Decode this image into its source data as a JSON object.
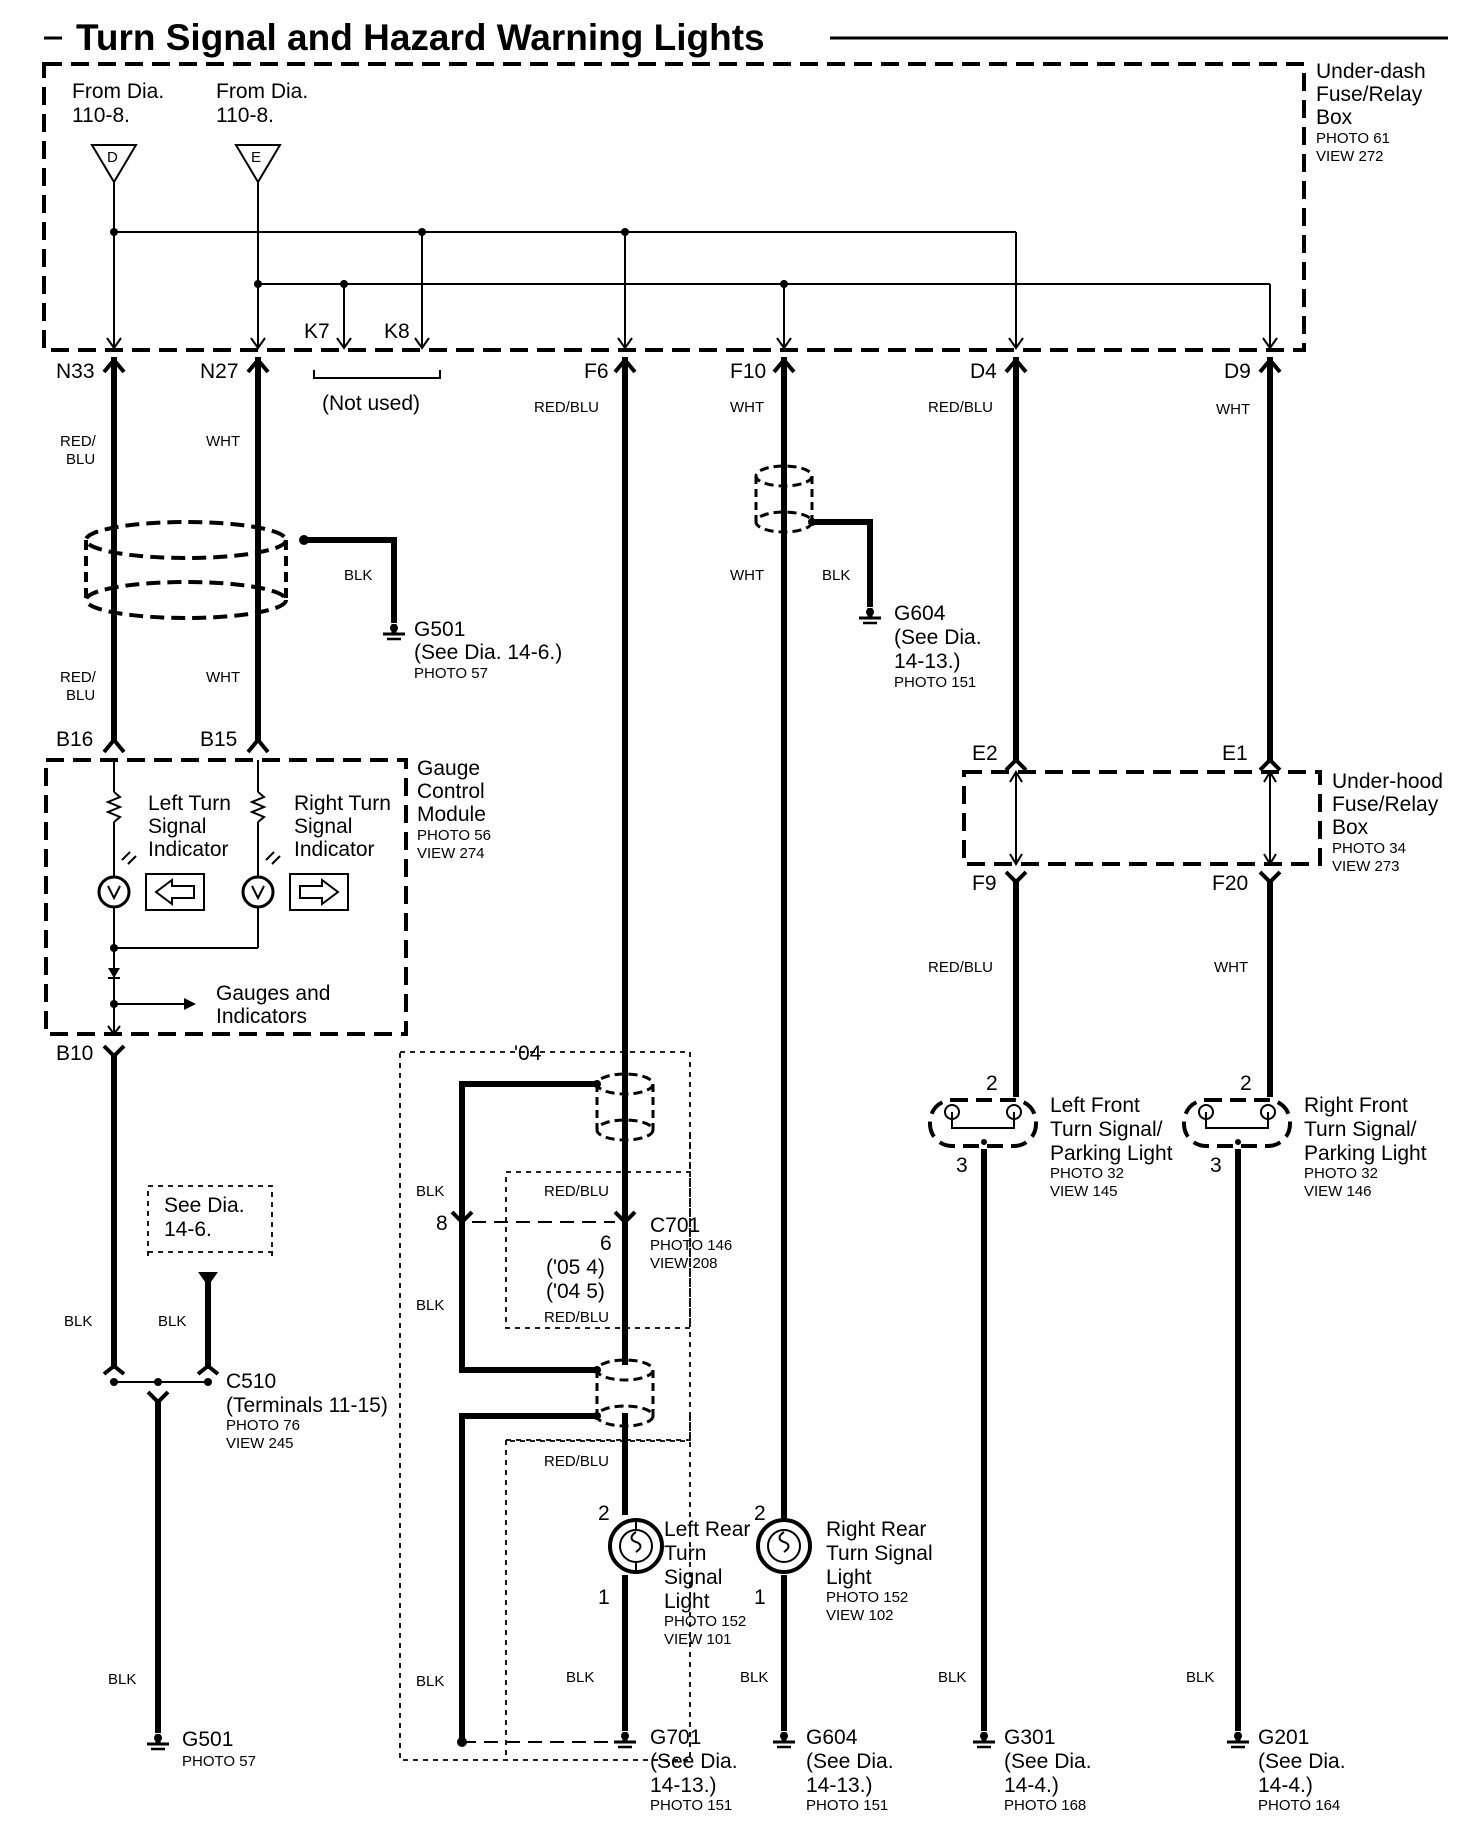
{
  "title": "Turn Signal and Hazard Warning Lights",
  "sources": {
    "d": {
      "line1": "From Dia.",
      "line2": "110-8.",
      "tag": "D"
    },
    "e": {
      "line1": "From Dia.",
      "line2": "110-8.",
      "tag": "E"
    }
  },
  "underdash": {
    "line1": "Under-dash",
    "line2": "Fuse/Relay",
    "line3": "Box",
    "photo": "PHOTO 61",
    "view": "VIEW 272"
  },
  "terminals": {
    "n33": "N33",
    "n27": "N27",
    "k7": "K7",
    "k8": "K8",
    "not_used": "(Not used)",
    "f6": "F6",
    "f10": "F10",
    "d4": "D4",
    "d9": "D9"
  },
  "wires": {
    "red_blu_split1": "RED/",
    "red_blu_split2": "BLU",
    "wht": "WHT",
    "blk": "BLK",
    "red_blu": "RED/BLU"
  },
  "g501_top": {
    "name": "G501",
    "ref": "(See Dia. 14-6.)",
    "photo": "PHOTO 57"
  },
  "g604_top": {
    "name": "G604",
    "ref1": "(See Dia.",
    "ref2": "14-13.)",
    "photo": "PHOTO 151"
  },
  "gauge": {
    "b16": "B16",
    "b15": "B15",
    "b10": "B10",
    "name1": "Gauge",
    "name2": "Control",
    "name3": "Module",
    "photo": "PHOTO 56",
    "view": "VIEW 274",
    "left1": "Left Turn",
    "left2": "Signal",
    "left3": "Indicator",
    "right1": "Right Turn",
    "right2": "Signal",
    "right3": "Indicator",
    "gauges1": "Gauges and",
    "gauges2": "Indicators"
  },
  "underhood": {
    "e2": "E2",
    "e1": "E1",
    "f9": "F9",
    "f20": "F20",
    "line1": "Under-hood",
    "line2": "Fuse/Relay",
    "line3": "Box",
    "photo": "PHOTO 34",
    "view": "VIEW 273"
  },
  "lf_light": {
    "pin_top": "2",
    "pin_bottom": "3",
    "line1": "Left Front",
    "line2": "Turn Signal/",
    "line3": "Parking Light",
    "photo": "PHOTO 32",
    "view": "VIEW 145"
  },
  "rf_light": {
    "pin_top": "2",
    "pin_bottom": "3",
    "line1": "Right Front",
    "line2": "Turn Signal/",
    "line3": "Parking Light",
    "photo": "PHOTO 32",
    "view": "VIEW 146"
  },
  "see_dia": {
    "line1": "See Dia.",
    "line2": "14-6."
  },
  "c510": {
    "name": "C510",
    "terms": "(Terminals 11-15)",
    "photo": "PHOTO 76",
    "view": "VIEW 245"
  },
  "year04": "'04",
  "c701": {
    "pin8": "8",
    "pin6": "6",
    "y05": "('05 4)",
    "y04": "('04 5)",
    "name": "C701",
    "photo": "PHOTO 146",
    "view": "VIEW 208"
  },
  "lr_light": {
    "pin_top": "2",
    "pin_bottom": "1",
    "line1": "Left Rear",
    "line2": "Turn",
    "line3": "Signal",
    "line4": "Light",
    "photo": "PHOTO 152",
    "view": "VIEW 101"
  },
  "rr_light": {
    "pin_top": "2",
    "pin_bottom": "1",
    "line1": "Right Rear",
    "line2": "Turn Signal",
    "line3": "Light",
    "photo": "PHOTO 152",
    "view": "VIEW 102"
  },
  "grounds": {
    "g501": {
      "name": "G501",
      "photo": "PHOTO 57"
    },
    "g701": {
      "name": "G701",
      "ref1": "(See Dia.",
      "ref2": "14-13.)",
      "photo": "PHOTO 151"
    },
    "g604": {
      "name": "G604",
      "ref1": "(See Dia.",
      "ref2": "14-13.)",
      "photo": "PHOTO 151"
    },
    "g301": {
      "name": "G301",
      "ref1": "(See Dia.",
      "ref2": "14-4.)",
      "photo": "PHOTO 168"
    },
    "g201": {
      "name": "G201",
      "ref1": "(See Dia.",
      "ref2": "14-4.)",
      "photo": "PHOTO 164"
    }
  }
}
